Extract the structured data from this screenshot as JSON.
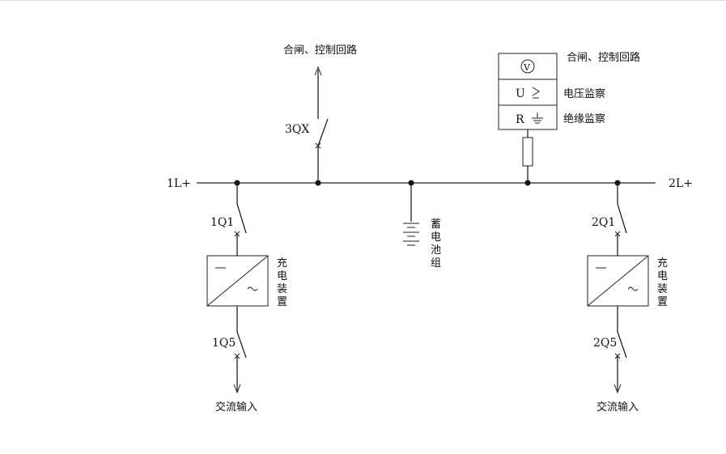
{
  "labels": {
    "bus_left": "1L+",
    "bus_right": "2L+",
    "switch_3qx": "3QX",
    "switch_1q1": "1Q1",
    "switch_1q5": "1Q5",
    "switch_2q1": "2Q1",
    "switch_2q5": "2Q5",
    "top_left_text": "合闸、控制回路",
    "top_right_text": "合闸、控制回路",
    "voltage_monitor": "电压监察",
    "insulation_monitor": "绝缘监察",
    "battery": [
      "蓄",
      "电",
      "池",
      "组"
    ],
    "charger_left": [
      "充",
      "电",
      "装",
      "置"
    ],
    "charger_right": [
      "充",
      "电",
      "装",
      "置"
    ],
    "ac_input_left": "交流输入",
    "ac_input_right": "交流输入",
    "monitor_u": "U",
    "monitor_r": "R",
    "monitor_v_symbol": "V"
  },
  "colors": {
    "line": "#222222",
    "background": "#ffffff"
  }
}
